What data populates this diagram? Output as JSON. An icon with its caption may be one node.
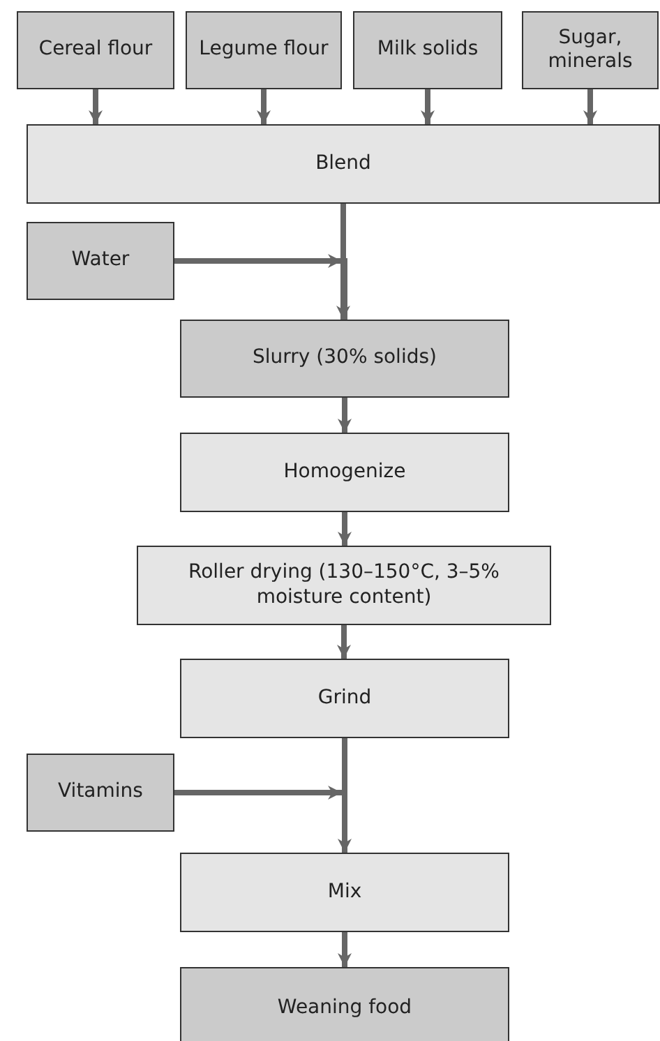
{
  "diagram": {
    "nodes": [
      {
        "text": [
          "Cereal flour"
        ]
      },
      {
        "text": [
          "Legume flour"
        ]
      },
      {
        "text": [
          "Milk solids"
        ]
      },
      {
        "text": [
          "Sugar, minerals"
        ]
      },
      {
        "text": [
          "Blend"
        ]
      },
      {
        "text": [
          "Water"
        ]
      },
      {
        "text": [
          "Slurry (30% solids)"
        ]
      },
      {
        "text": [
          "Homogenize"
        ]
      },
      {
        "text": [
          "Roller drying (130–150°C, 3–5% moisture content)"
        ]
      },
      {
        "text": [
          "Grind"
        ]
      },
      {
        "text": [
          "Vitamins"
        ]
      },
      {
        "text": [
          "Mix"
        ]
      },
      {
        "text": [
          "Weaning food"
        ]
      }
    ],
    "edges": [
      {
        "from": 0,
        "to": 4,
        "arrow": "to"
      },
      {
        "from": 1,
        "to": 4,
        "arrow": "to"
      },
      {
        "from": 2,
        "to": 4,
        "arrow": "to"
      },
      {
        "from": 3,
        "to": 4,
        "arrow": "to"
      },
      {
        "from": 4,
        "to": 6,
        "arrow": "to"
      },
      {
        "from": 5,
        "to": 6,
        "arrow": "to"
      },
      {
        "from": 6,
        "to": 7,
        "arrow": "to"
      },
      {
        "from": 7,
        "to": 8,
        "arrow": "to"
      },
      {
        "from": 8,
        "to": 9,
        "arrow": "to"
      },
      {
        "from": 9,
        "to": 11,
        "arrow": "to"
      },
      {
        "from": 10,
        "to": 11,
        "arrow": "to"
      },
      {
        "from": 11,
        "to": 12,
        "arrow": "to"
      }
    ]
  }
}
